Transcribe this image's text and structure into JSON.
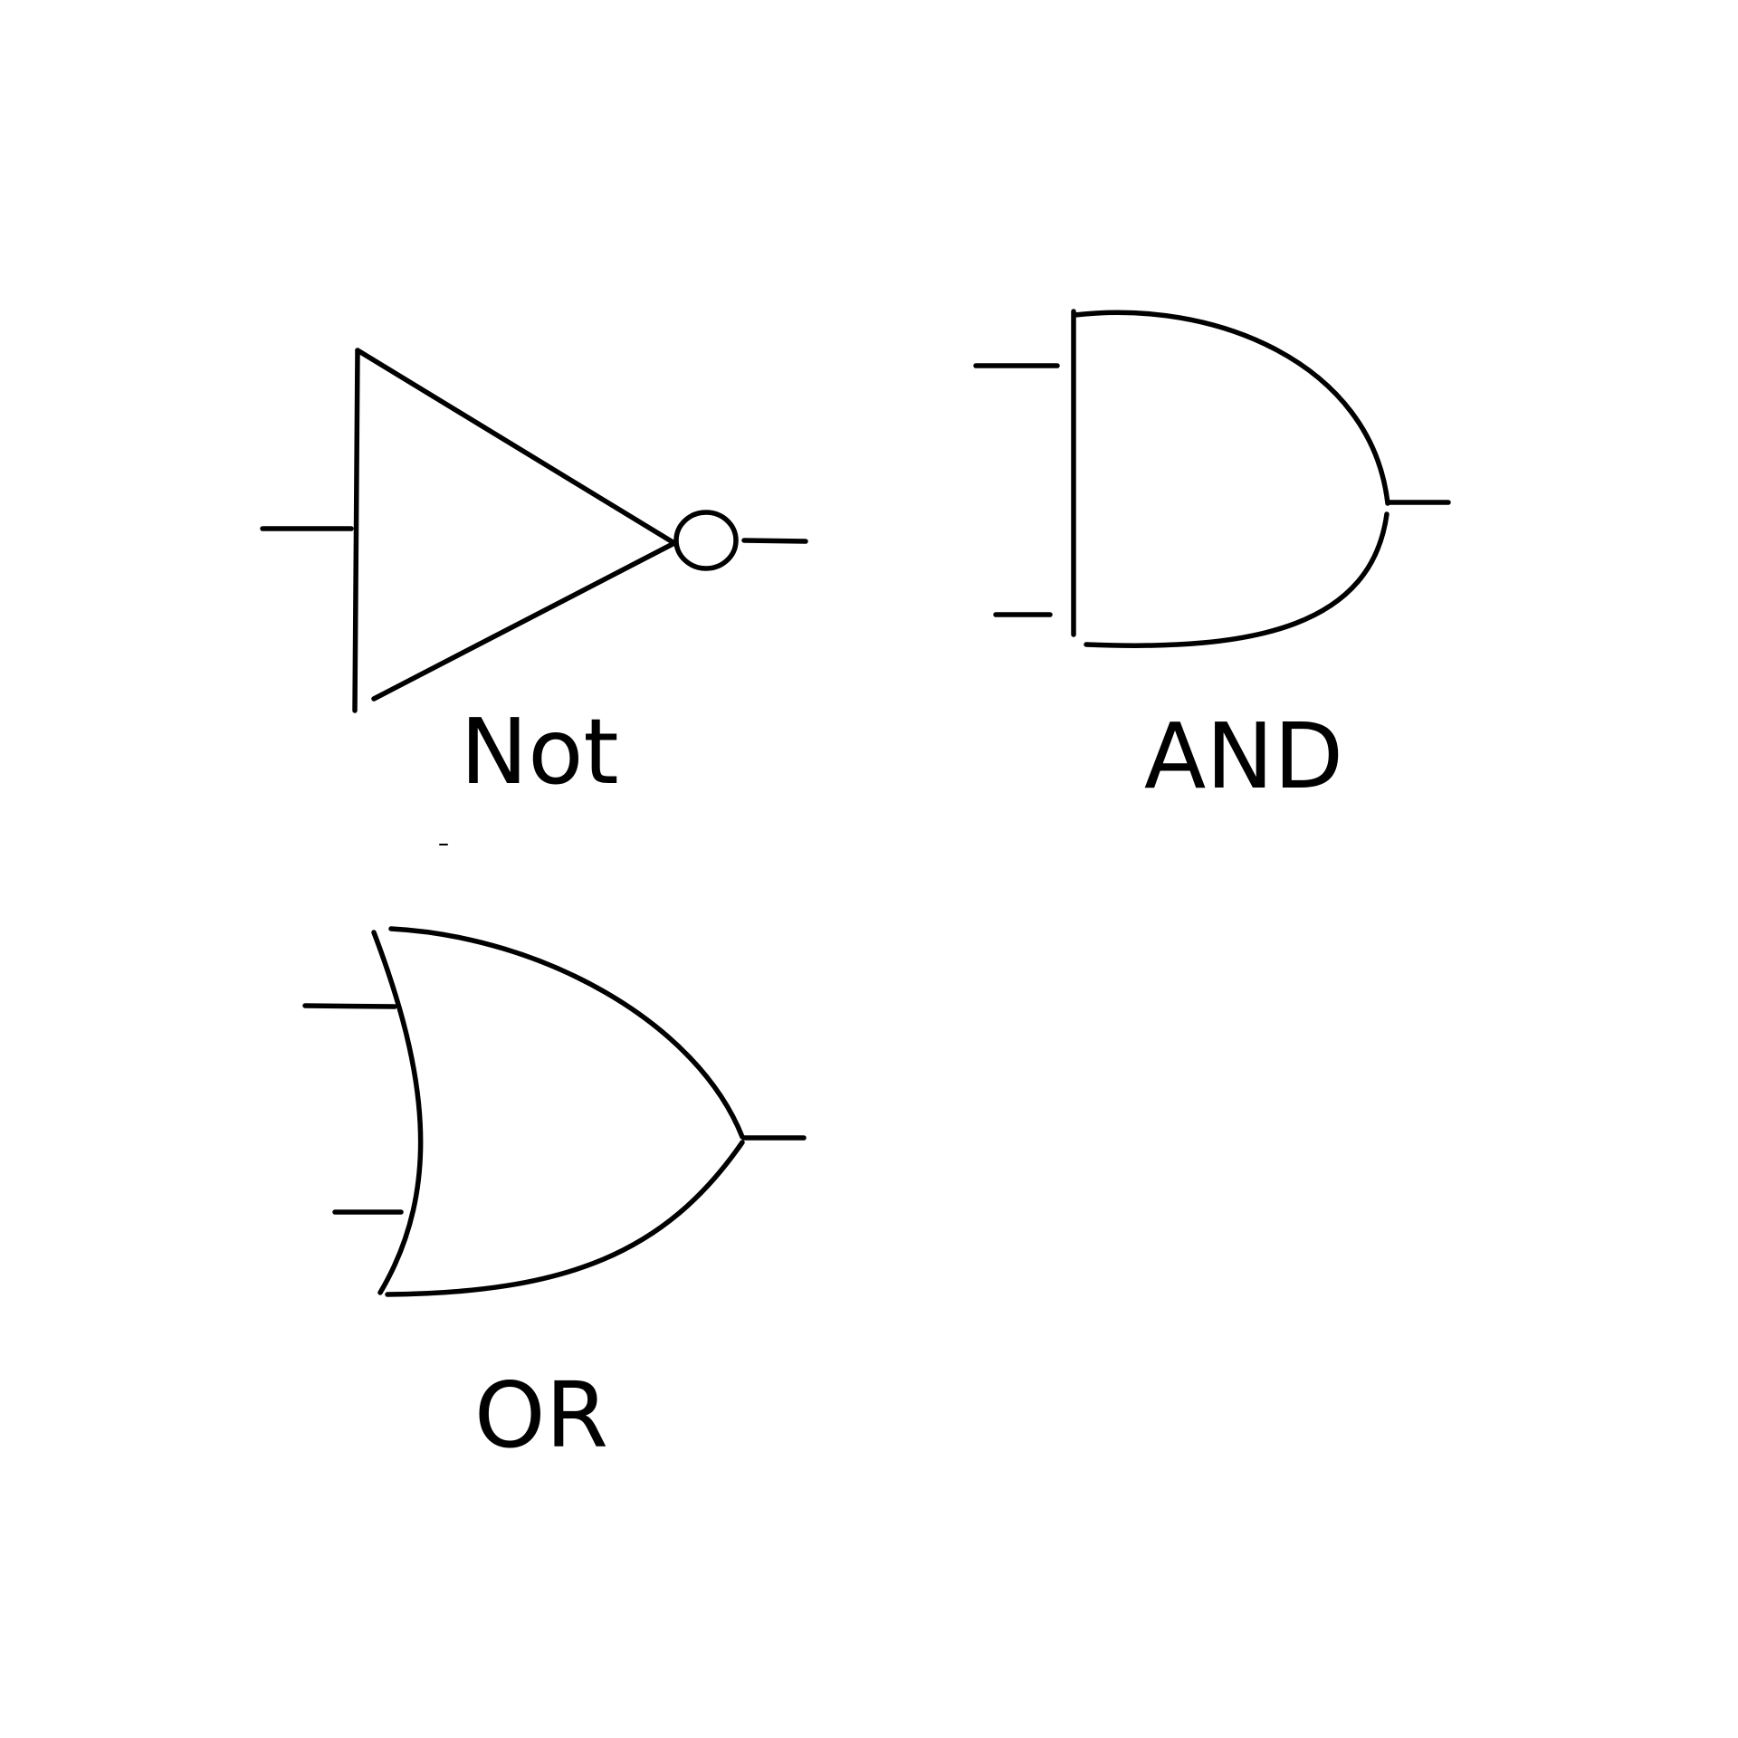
{
  "gates": {
    "not": {
      "label": "Not"
    },
    "and": {
      "label": "AND"
    },
    "or": {
      "label": "OR"
    }
  },
  "colors": {
    "stroke": "#000000",
    "background": "#ffffff"
  }
}
